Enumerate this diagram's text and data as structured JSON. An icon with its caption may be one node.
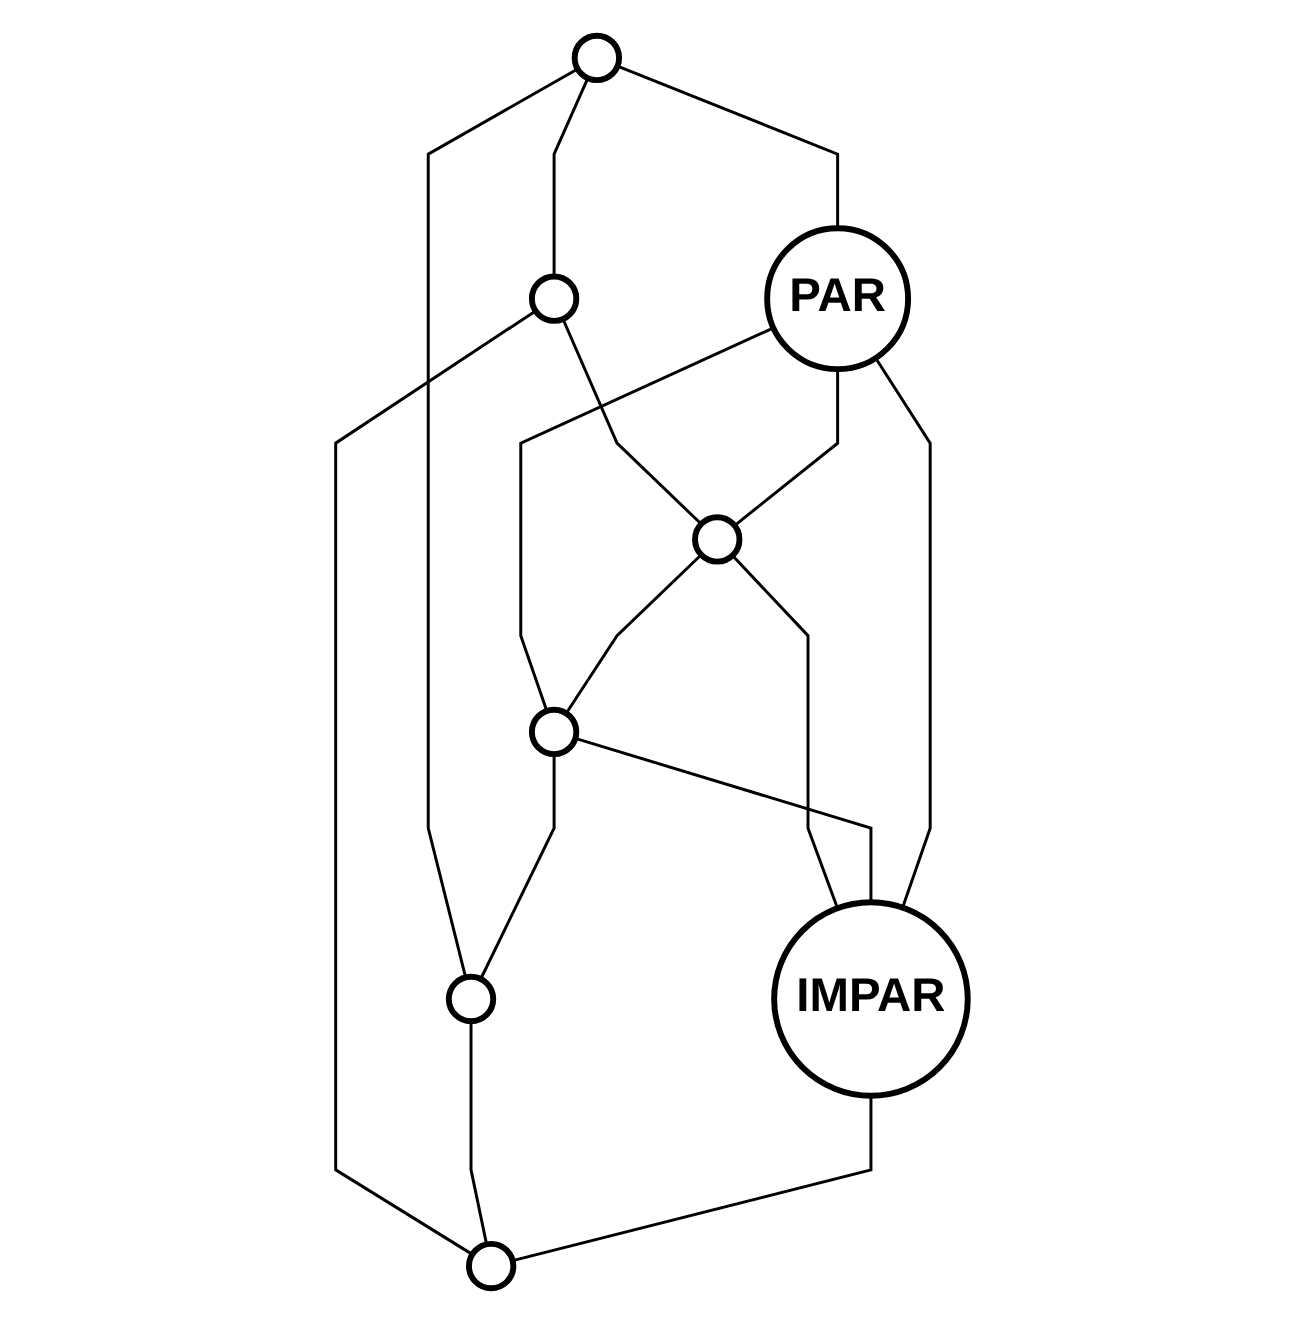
{
  "diagram": {
    "nodes": [
      {
        "text": [],
        "shape": "circle"
      },
      {
        "text": [],
        "shape": "circle"
      },
      {
        "text": [
          "PAR"
        ]
      },
      {
        "text": [],
        "shape": "circle"
      },
      {
        "text": [],
        "shape": "circle"
      },
      {
        "text": [
          "IMPAR"
        ]
      },
      {
        "text": [],
        "shape": "circle"
      },
      {
        "text": [],
        "shape": "circle"
      }
    ],
    "edges": [
      {
        "from": 0,
        "to": 1,
        "arrow": "none"
      },
      {
        "from": 0,
        "to": 6,
        "arrow": "none"
      },
      {
        "from": 1,
        "to": 7,
        "arrow": "none"
      },
      {
        "from": 6,
        "to": 7,
        "arrow": "none"
      },
      {
        "from": 0,
        "to": 2,
        "arrow": "none"
      },
      {
        "from": 1,
        "to": 3,
        "arrow": "none"
      },
      {
        "from": 4,
        "to": 6,
        "arrow": "none"
      },
      {
        "from": 5,
        "to": 7,
        "arrow": "none"
      },
      {
        "from": 2,
        "to": 3,
        "arrow": "none"
      },
      {
        "from": 2,
        "to": 4,
        "arrow": "none"
      },
      {
        "from": 3,
        "to": 5,
        "arrow": "none"
      },
      {
        "from": 4,
        "to": 5,
        "arrow": "none"
      },
      {
        "from": 2,
        "to": 5,
        "arrow": "none"
      },
      {
        "from": 3,
        "to": 4,
        "arrow": "none"
      }
    ]
  }
}
